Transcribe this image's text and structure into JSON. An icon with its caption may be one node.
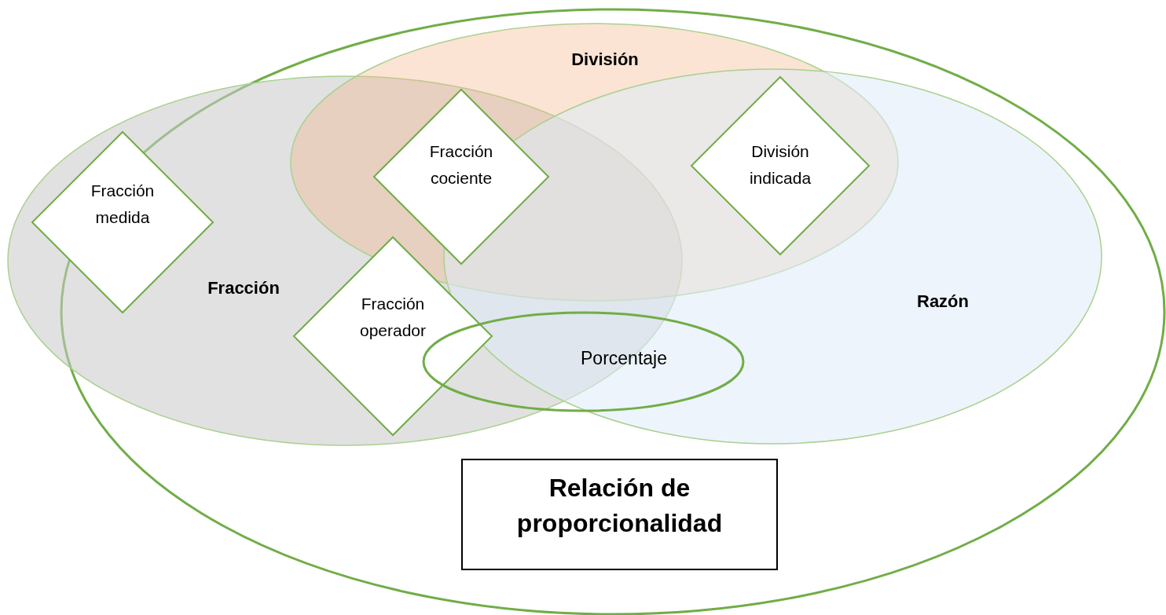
{
  "diagram": {
    "nodes": [
      {
        "text": [],
        "shape": "ellipse"
      },
      {
        "text": [
          "División"
        ],
        "in": 0
      },
      {
        "text": [
          "Fracción"
        ]
      },
      {
        "text": [
          "Razón"
        ],
        "in": 0
      },
      {
        "text": [
          "Fracción cociente"
        ]
      },
      {
        "text": [
          "División indicada"
        ]
      },
      {
        "text": [
          "Fracción medida"
        ],
        "in": 2
      },
      {
        "text": [
          "Fracción operador"
        ],
        "in": 2
      },
      {
        "text": [
          "Porcentaje"
        ],
        "in": 0
      },
      {
        "text": [
          "Relación de proporcionalidad"
        ],
        "in": 0
      }
    ],
    "edges": []
  }
}
